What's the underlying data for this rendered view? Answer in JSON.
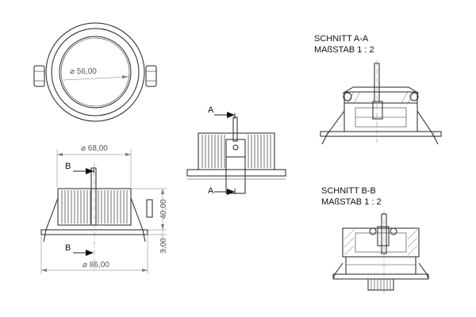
{
  "drawing": {
    "section_a": {
      "title": "SCHNITT A-A",
      "scale": "MAßSTAB 1 : 2"
    },
    "section_b": {
      "title": "SCHNITT B-B",
      "scale": "MAßSTAB 1 : 2"
    },
    "dimensions": {
      "top_diameter": "⌀ 56,00",
      "outer_diameter": "⌀ 68,00",
      "bottom_diameter": "⌀ 86,00",
      "height": "40,00",
      "flange": "3,00"
    },
    "section_markers": {
      "a": "A",
      "b": "B"
    }
  }
}
